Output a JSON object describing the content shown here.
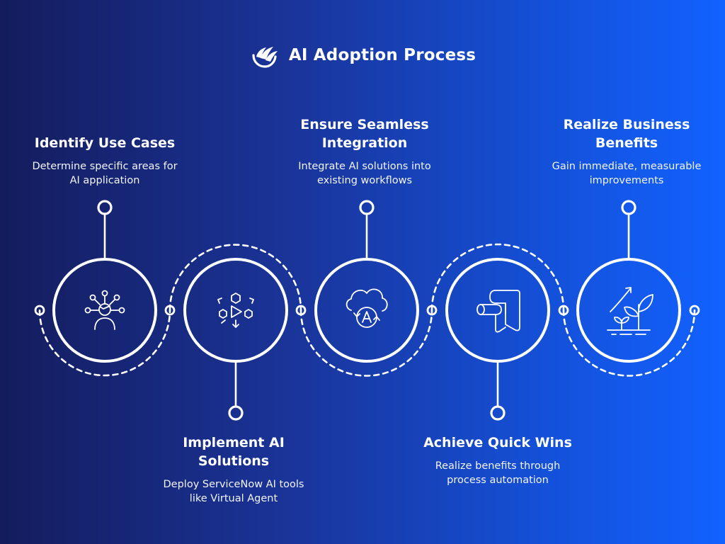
{
  "header": {
    "title": "AI Adoption Process",
    "logo_icon": "wing-logo-icon"
  },
  "colors": {
    "background_start": "#141c5c",
    "background_end": "#1262ff",
    "line": "#ffffff",
    "text": "#ffffff"
  },
  "steps": [
    {
      "title": "Identify Use Cases",
      "description_lines": [
        "Determine specific areas for",
        "AI application"
      ],
      "icon": "person-network-icon",
      "label_position": "top"
    },
    {
      "title_lines": [
        "Implement AI",
        "Solutions"
      ],
      "description_lines": [
        "Deploy ServiceNow AI tools",
        "like Virtual Agent"
      ],
      "icon": "deploy-play-icon",
      "label_position": "bottom"
    },
    {
      "title_lines": [
        "Ensure Seamless",
        "Integration"
      ],
      "description_lines": [
        "Integrate AI solutions into",
        "existing workflows"
      ],
      "icon": "cloud-ai-sync-icon",
      "label_position": "top"
    },
    {
      "title": "Achieve Quick Wins",
      "description_lines": [
        "Realize benefits through",
        "process automation"
      ],
      "icon": "pipe-automation-icon",
      "label_position": "bottom"
    },
    {
      "title_lines": [
        "Realize Business",
        "Benefits"
      ],
      "description_lines": [
        "Gain immediate, measurable",
        "improvements"
      ],
      "icon": "growth-plant-icon",
      "label_position": "top"
    }
  ]
}
